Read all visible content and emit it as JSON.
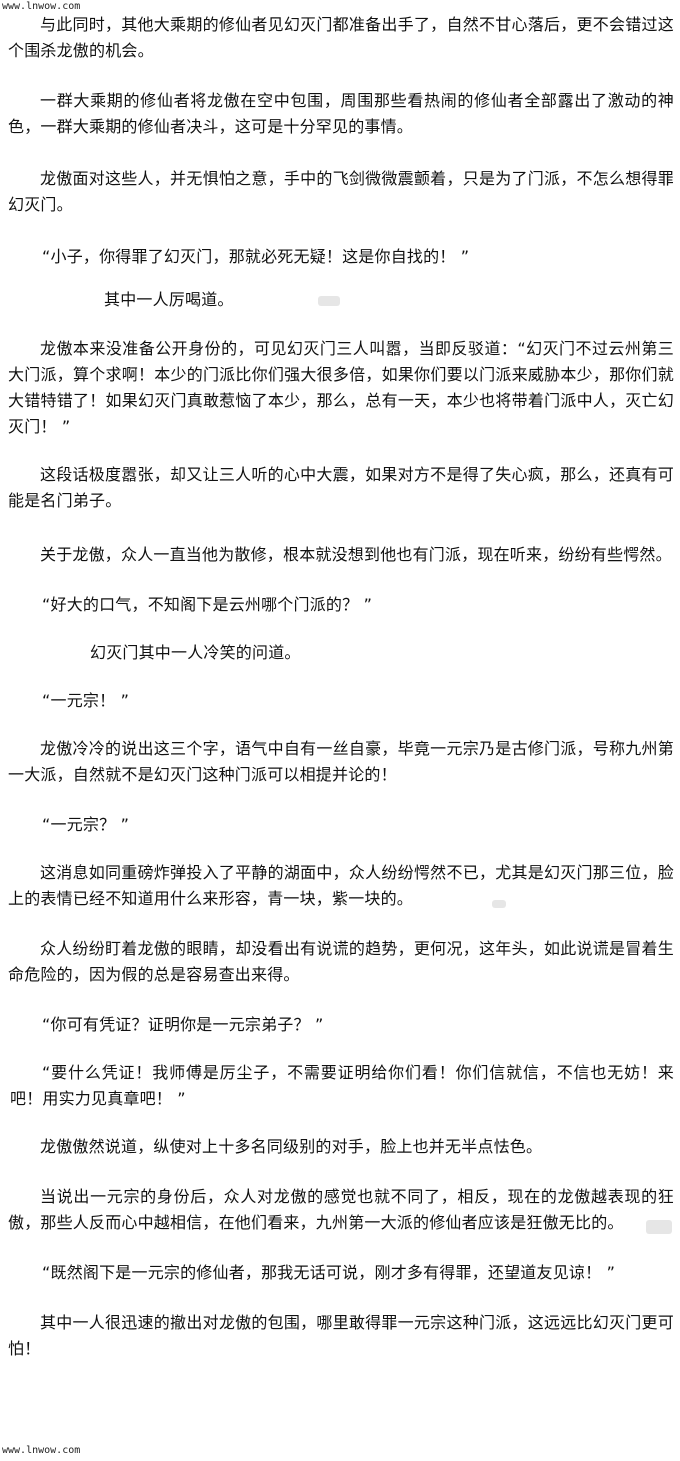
{
  "watermark": {
    "top": "www.lnwow.com",
    "bottom": "www.lnwow.com"
  },
  "paragraphs": [
    "与此同时，其他大乘期的修仙者见幻灭门都准备出手了，自然不甘心落后，更不会错过这个围杀龙傲的机会。",
    "一群大乘期的修仙者将龙傲在空中包围，周围那些看热闹的修仙者全部露出了激动的神色，一群大乘期的修仙者决斗，这可是十分罕见的事情。",
    "龙傲面对这些人，并无惧怕之意，手中的飞剑微微震颤着，只是为了门派，不怎么想得罪幻灭门。",
    "“小子，你得罪了幻灭门，那就必死无疑！这是你自找的！ ”",
    "其中一人厉喝道。",
    "龙傲本来没准备公开身份的，可见幻灭门三人叫嚣，当即反驳道：“幻灭门不过云州第三大门派，算个求啊！本少的门派比你们强大很多倍，如果你们要以门派来威胁本少，那你们就大错特错了！如果幻灭门真敢惹恼了本少，那么，总有一天，本少也将带着门派中人，灭亡幻灭门！ ”",
    "这段话极度嚣张，却又让三人听的心中大震，如果对方不是得了失心疯，那么，还真有可能是名门弟子。",
    "关于龙傲，众人一直当他为散修，根本就没想到他也有门派，现在听来，纷纷有些愕然。",
    "“好大的口气，不知阁下是云州哪个门派的？ ”",
    "幻灭门其中一人冷笑的问道。",
    "“一元宗！ ”",
    "龙傲冷冷的说出这三个字，语气中自有一丝自豪，毕竟一元宗乃是古修门派，号称九州第一大派，自然就不是幻灭门这种门派可以相提并论的！",
    "“一元宗？ ”",
    "这消息如同重磅炸弹投入了平静的湖面中，众人纷纷愕然不已，尤其是幻灭门那三位，脸上的表情已经不知道用什么来形容，青一块，紫一块的。",
    "众人纷纷盯着龙傲的眼睛，却没看出有说谎的趋势，更何况，这年头，如此说谎是冒着生命危险的，因为假的总是容易查出来得。",
    "“你可有凭证？证明你是一元宗弟子？ ”",
    "“要什么凭证！我师傅是厉尘子，不需要证明给你们看！你们信就信，不信也无妨！来吧！用实力见真章吧！ ”",
    "龙傲傲然说道，纵使对上十多名同级别的对手，脸上也并无半点怯色。",
    "当说出一元宗的身份后，众人对龙傲的感觉也就不同了，相反，现在的龙傲越表现的狂傲，那些人反而心中越相信，在他们看来，九州第一大派的修仙者应该是狂傲无比的。",
    "“既然阁下是一元宗的修仙者，那我无话可说，刚才多有得罪，还望道友见谅！ ”",
    "其中一人很迅速的撤出对龙傲的包围，哪里敢得罪一元宗这种门派，这远远比幻灭门更可怕！"
  ]
}
